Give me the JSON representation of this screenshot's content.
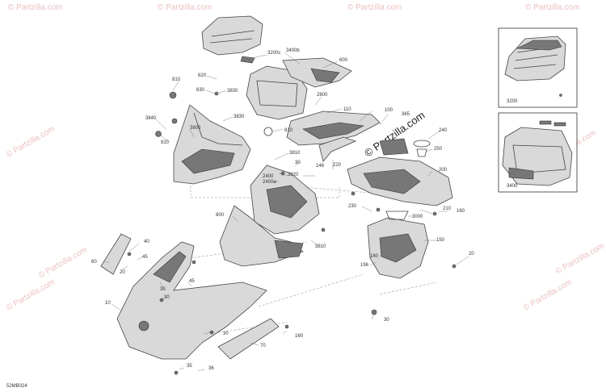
{
  "watermark": {
    "text": "© Partzilla.com",
    "center_text": "© Partzilla.com"
  },
  "diagram_code": "52MB024",
  "callouts": {
    "c3200c": "3200c",
    "c3400b": "3400b",
    "c600": "600",
    "c810a": "810",
    "c620": "620",
    "c630": "630",
    "c3830a": "3830",
    "c2800": "2800",
    "c110": "110",
    "c100": "100",
    "c365": "365",
    "c240": "240",
    "c3840": "3840",
    "c3830b": "3830",
    "c810b": "810",
    "c3800": "3800",
    "c810c": "810",
    "c250": "250",
    "c3810a": "3810",
    "c146": "146",
    "c30a": "30",
    "c220": "220",
    "c200": "200",
    "c3820": "3820",
    "c2400": "2400",
    "c2400a": "2400a",
    "c230": "230",
    "c210": "210",
    "c160a": "160",
    "c3000": "3000",
    "c800": "800",
    "c150": "150",
    "c3810b": "3810",
    "c40": "40",
    "c60": "60",
    "c45": "45",
    "c20a": "20",
    "c160b": "160",
    "c196": "196",
    "c20b": "20",
    "c30b": "30",
    "c45b": "45",
    "c10": "10",
    "c30c": "30",
    "c30d": "30",
    "c160c": "160",
    "c70": "70",
    "c35": "35",
    "c36": "36",
    "c30e": "30"
  },
  "inset_top": {
    "label": "3200"
  },
  "inset_bottom": {
    "label": "3400"
  }
}
